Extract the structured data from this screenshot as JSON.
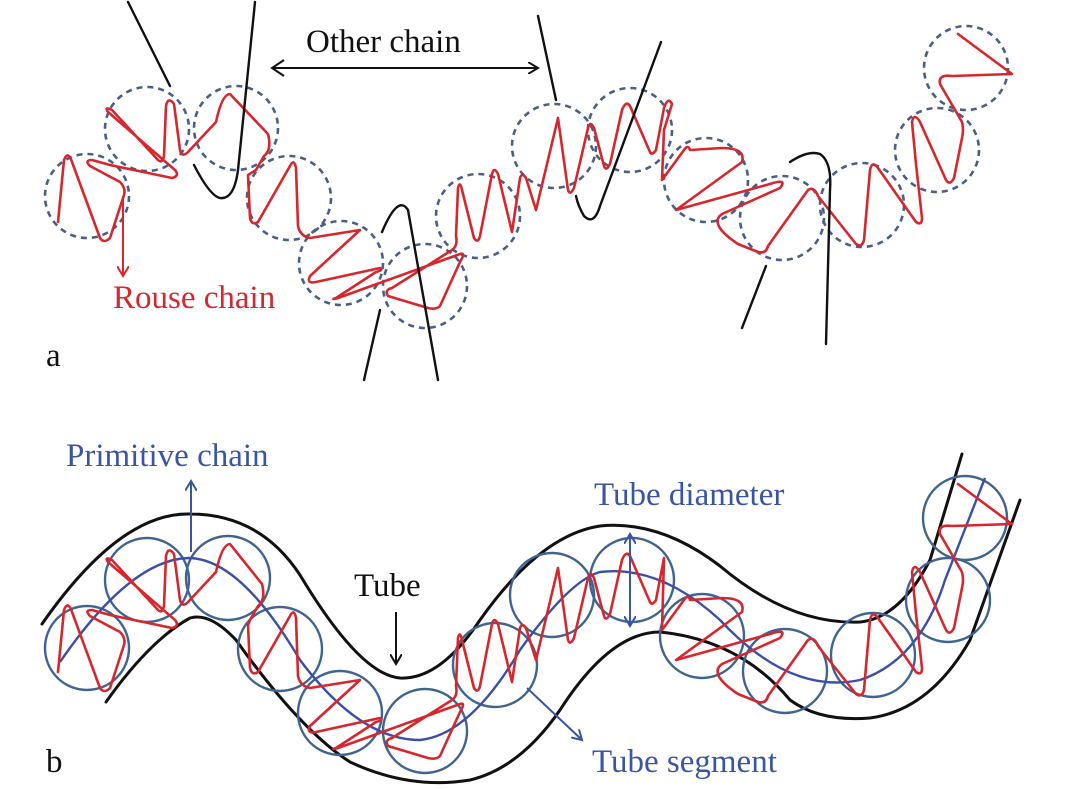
{
  "panel_a": {
    "label": "a",
    "other_chain_label": "Other chain",
    "rouse_chain_label": "Rouse chain"
  },
  "panel_b": {
    "label": "b",
    "primitive_chain_label": "Primitive chain",
    "tube_label": "Tube",
    "tube_diameter_label": "Tube diameter",
    "tube_segment_label": "Tube segment"
  },
  "colors": {
    "rouse_chain": "#d7262e",
    "primitive_chain": "#3a55a4",
    "tube": "#111111",
    "blob_outline_a": "#4a5f86",
    "blob_outline_b": "#3f6490"
  }
}
